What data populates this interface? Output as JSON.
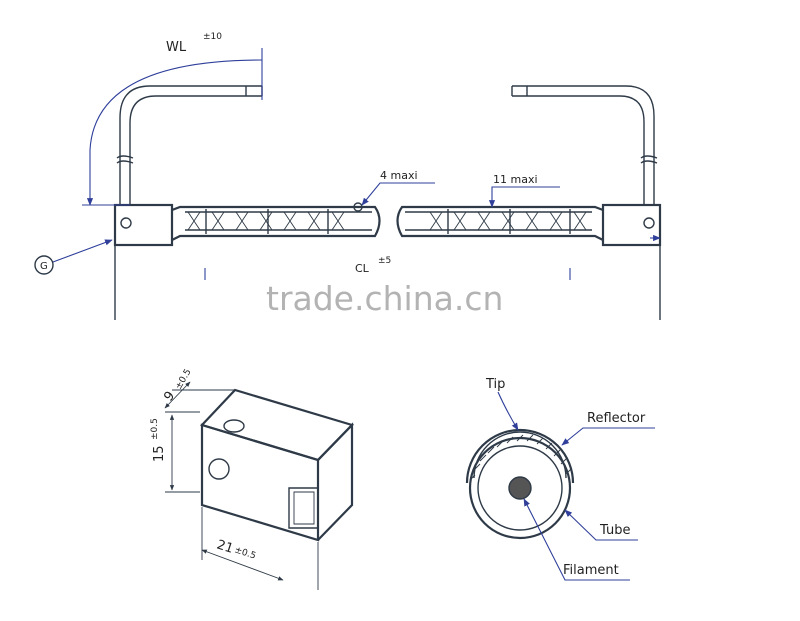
{
  "top_view": {
    "wl_label": "WL",
    "wl_tol": "±10",
    "gap_label": "4 maxi",
    "bulge_label": "11 maxi",
    "cl_label": "CL",
    "cl_tol": "±5",
    "g_marker": "G"
  },
  "watermark": "trade.china.cn",
  "block": {
    "width_label": "21",
    "width_tol": "±0.5",
    "height_label": "15",
    "height_tol": "±0.5",
    "depth_label": "9",
    "depth_tol": "±0.5"
  },
  "section": {
    "tip_label": "Tip",
    "reflector_label": "Reflector",
    "tube_label": "Tube",
    "filament_label": "Filament"
  },
  "colors": {
    "line": "#2e3a47",
    "arrow": "#2f3f9a",
    "filament_fill": "#555555"
  }
}
